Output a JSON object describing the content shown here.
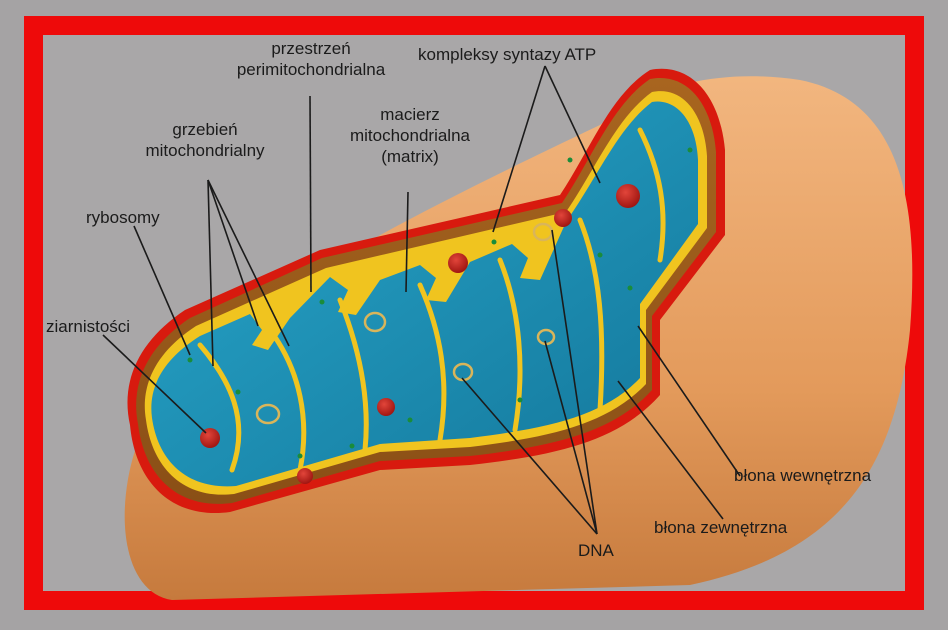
{
  "labels": {
    "perimitochondrial_space": [
      "przestrzeń",
      "perimitochondrialna"
    ],
    "atp_synthase": "kompleksy syntazy ATP",
    "cristae": [
      "grzebień",
      "mitochondrialny"
    ],
    "matrix": [
      "macierz",
      "mitochondrialna",
      "(matrix)"
    ],
    "ribosomes": "rybosomy",
    "granules": "ziarnistości",
    "inner_membrane": "błona wewnętrzna",
    "outer_membrane": "błona zewnętrzna",
    "dna": "DNA"
  },
  "colors": {
    "frame": "#ee0a0a",
    "background": "#a9a7a8",
    "outer_membrane": "#e9a266",
    "inner_membrane": "#f4d022",
    "matrix": "#1f91b5",
    "ribosome": "#1a8c3a",
    "granule": "#c4221a"
  }
}
